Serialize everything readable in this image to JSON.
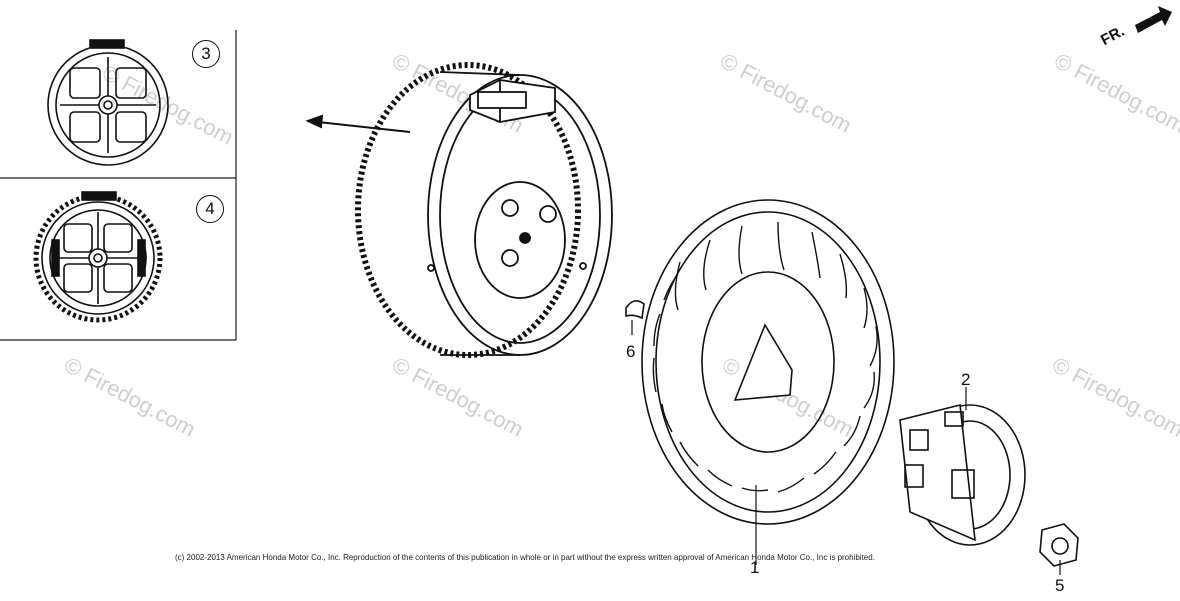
{
  "diagram": {
    "watermarks": [
      "© Firedog.com",
      "© Firedog.com",
      "© Firedog.com",
      "© Firedog.com",
      "© Firedog.com",
      "© Firedog.com",
      "© Firedog.com",
      "© Firedog.com"
    ],
    "variants": [
      {
        "label": "3"
      },
      {
        "label": "4"
      }
    ],
    "callouts": {
      "fan": "1",
      "pulley": "2",
      "nut": "5",
      "key": "6"
    },
    "direction": "FR.",
    "copyright": "(c) 2002-2013 American Honda Motor Co., Inc. Reproduction of the contents of this publication in whole or in part without the express written approval of American Honda Motor Co., Inc is prohibited."
  }
}
